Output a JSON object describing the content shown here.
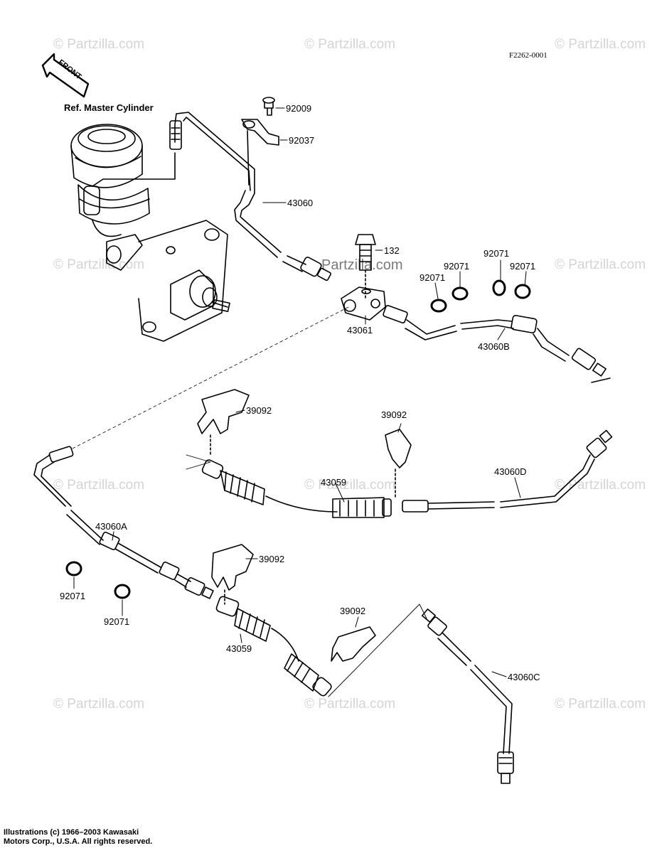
{
  "diagram_code": "F2262-0001",
  "front_label": "FRONT",
  "ref_label": "Ref. Master Cylinder",
  "watermarks": {
    "text": "© Partzilla.com",
    "center_text": "Partzilla.com"
  },
  "parts": {
    "p92009": "92009",
    "p92037": "92037",
    "p43060": "43060",
    "p132": "132",
    "p43061": "43061",
    "p92071_a": "92071",
    "p92071_b": "92071",
    "p92071_c": "92071",
    "p92071_d": "92071",
    "p43060B": "43060B",
    "p39092_a": "39092",
    "p39092_b": "39092",
    "p43059_a": "43059",
    "p43060D": "43060D",
    "p43060A": "43060A",
    "p39092_c": "39092",
    "p92071_e": "92071",
    "p92071_f": "92071",
    "p43059_b": "43059",
    "p39092_d": "39092",
    "p43060C": "43060C"
  },
  "copyright": {
    "line1": "Illustrations (c) 1966–2003 Kawasaki",
    "line2": "Motors Corp., U.S.A.  All rights reserved."
  }
}
